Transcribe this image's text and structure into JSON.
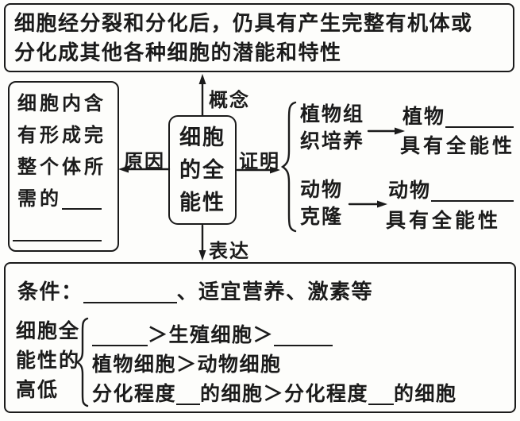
{
  "colors": {
    "ink": "#1b1b1b",
    "paper": "#fdfdfb"
  },
  "definition_box": {
    "line1": "细胞经分裂和分化后，仍具有产生完整有机体或",
    "line2": "分化成其他各种细胞的潜能和特性"
  },
  "cause_box": {
    "line1": "细胞内含",
    "line2": "有形成完",
    "line3": "整个体所",
    "line4_prefix": "需的"
  },
  "topic_box": {
    "line1": "细胞",
    "line2": "的全",
    "line3": "能性"
  },
  "edge_labels": {
    "up": "概念",
    "left": "原因",
    "right": "证明",
    "down": "表达"
  },
  "proof": {
    "plant_source_line1": "植物组",
    "plant_source_line2": "织培养",
    "plant_result_prefix": "植物",
    "plant_result_line2": "具有全能性",
    "animal_source_line1": "动物",
    "animal_source_line2": "克隆",
    "animal_result_prefix": "动物",
    "animal_result_line2": "具有全能性"
  },
  "expression_box": {
    "condition_label": "条件：",
    "condition_suffix": "、适宜营养、激素等",
    "rank_label_line1": "细胞全",
    "rank_label_line2": "能性的",
    "rank_label_line3": "高低",
    "rank_line1_mid": "＞生殖细胞＞",
    "rank_line2": "植物细胞＞动物细胞",
    "rank_line3_seg1": "分化程度",
    "rank_line3_seg2": "的细胞＞分化程度",
    "rank_line3_seg3": "的细胞"
  }
}
